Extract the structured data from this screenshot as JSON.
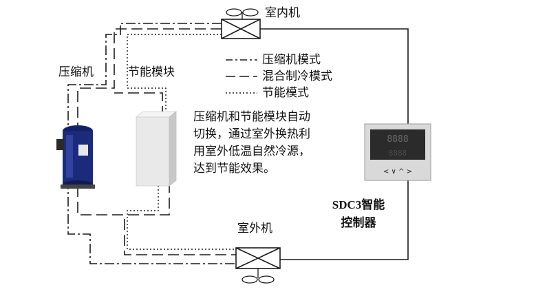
{
  "labels": {
    "indoor_unit": "室内机",
    "outdoor_unit": "室外机",
    "compressor": "压缩机",
    "economizer": "节能模块"
  },
  "legend": [
    {
      "style": "dash-dot",
      "label": "压缩机模式"
    },
    {
      "style": "long-dash",
      "label": "混合制冷模式"
    },
    {
      "style": "dotted",
      "label": "节能模式"
    }
  ],
  "description": {
    "lines": [
      "压缩机和节能模块自动",
      "切换，通过室外换热利",
      "用室外低温自然冷源，",
      "达到节能效果。"
    ]
  },
  "controller": {
    "name_line1": "SDC3智能",
    "name_line2": "控制器",
    "display_text": "8888",
    "keys_text": "< ∨ ^ >"
  },
  "colors": {
    "line": "#1a1a1a",
    "compressor_body": "#1b2a7a",
    "economizer_box": "#e9e9e9",
    "controller_body": "#d9d9d9",
    "controller_display": "#2b2b2b"
  }
}
